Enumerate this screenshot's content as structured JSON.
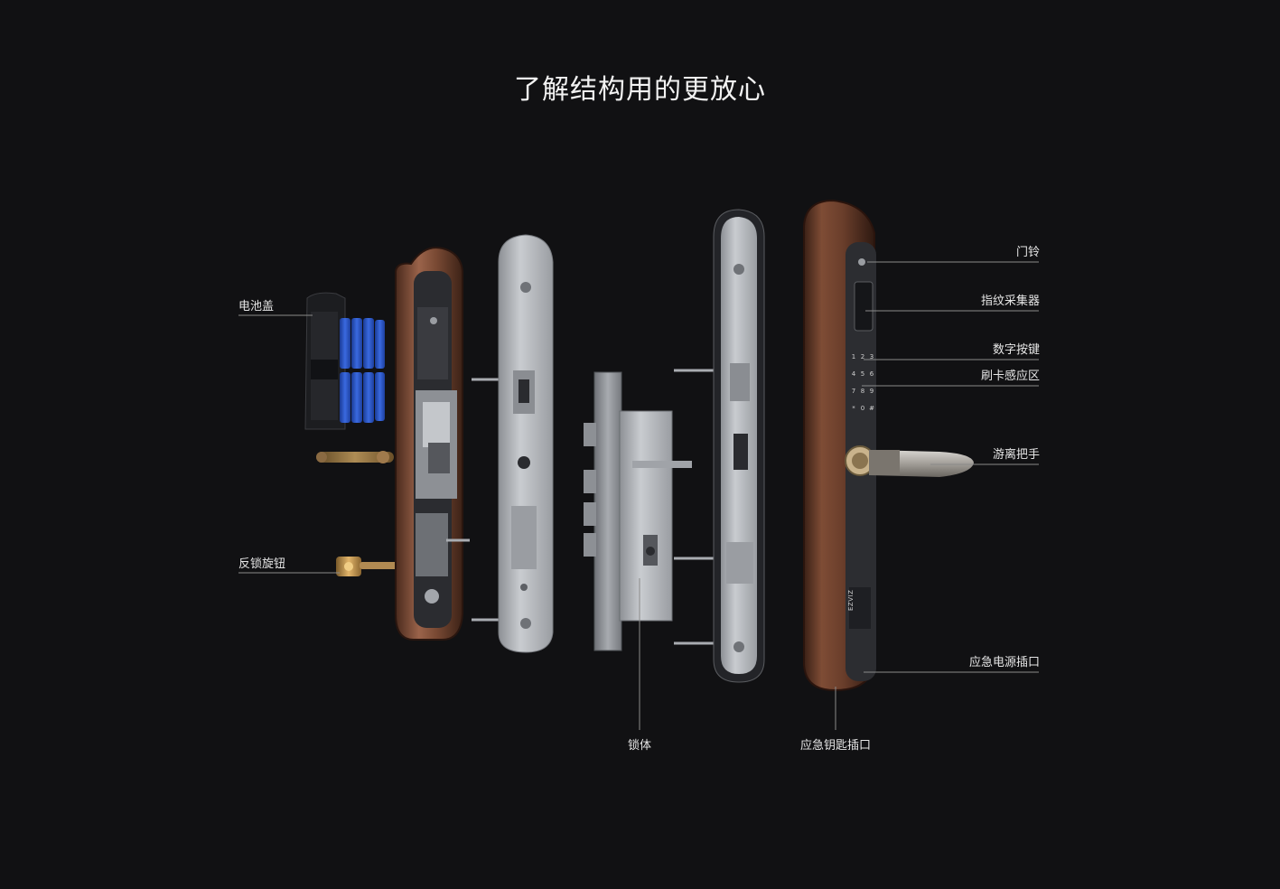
{
  "title": "了解结构用的更放心",
  "colors": {
    "background": "#111113",
    "bronze": "#7a4a34",
    "bronze_light": "#a8735a",
    "steel": "#b9bcc0",
    "battery_blue": "#2a56c8",
    "leader_line": "#8a8a8a"
  },
  "labels": {
    "battery_cover": "电池盖",
    "reverse_lock_knob": "反锁旋钮",
    "lock_body": "锁体",
    "emergency_key_slot": "应急钥匙插口",
    "doorbell": "门铃",
    "fingerprint_collector": "指纹采集器",
    "number_keys": "数字按键",
    "card_sensing_area": "刷卡感应区",
    "free_handle": "游离把手",
    "emergency_power_port": "应急电源插口"
  },
  "panel": {
    "brand": "EZVIZ",
    "keypad": [
      "1",
      "2",
      "3",
      "4",
      "5",
      "6",
      "7",
      "8",
      "9",
      "*",
      "0",
      "#"
    ]
  }
}
